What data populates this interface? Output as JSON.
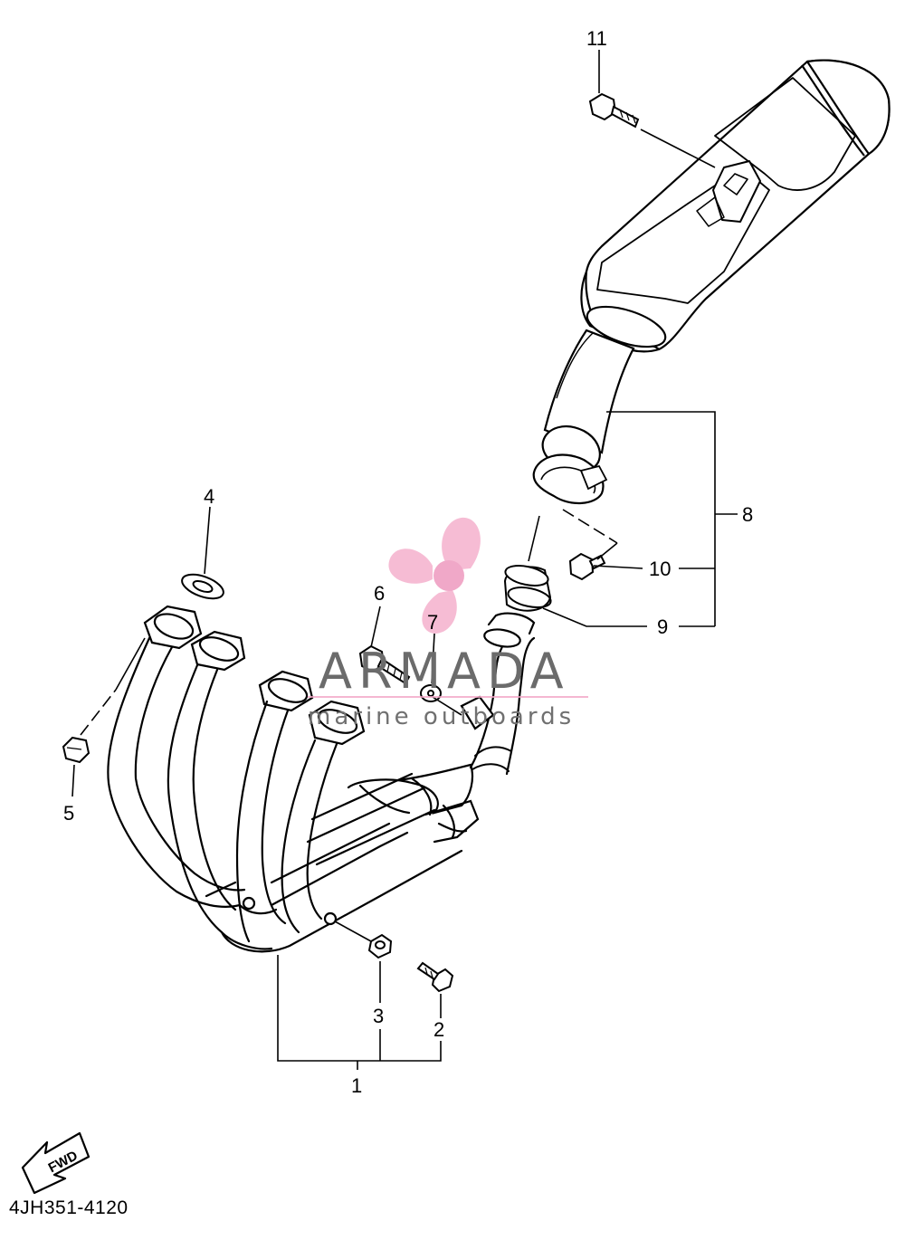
{
  "callouts": {
    "c1": "1",
    "c2": "2",
    "c3": "3",
    "c4": "4",
    "c5": "5",
    "c6": "6",
    "c7": "7",
    "c8": "8",
    "c9": "9",
    "c10": "10",
    "c11": "11"
  },
  "watermark": {
    "title": "ARMADA",
    "subtitle": "marine outboards",
    "logo_color": "#f3a6c6",
    "text_color": "#6b6b6b"
  },
  "fwd_label": "FWD",
  "figure_code": "4JH351-4120",
  "icons": [
    "propeller-logo-icon",
    "fwd-arrow-icon"
  ]
}
